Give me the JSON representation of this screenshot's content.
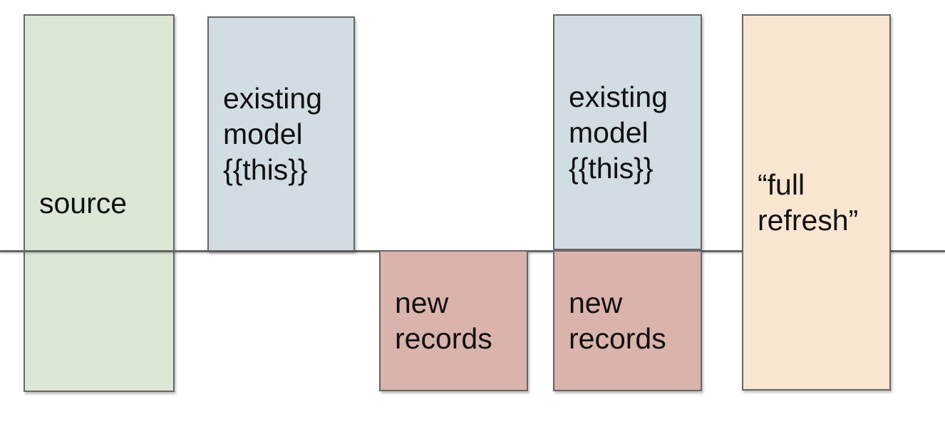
{
  "diagram": {
    "background": "#ffffff",
    "border_color": "#666666",
    "baseline_color": "#666666",
    "text_color": "#111111",
    "boxes": [
      {
        "label": "source",
        "fill": "#dce8d5"
      },
      {
        "label": "existing model {{this}}",
        "fill": "#d2dde3"
      },
      {
        "label": "new records",
        "fill": "#d9b3ac"
      },
      {
        "label": "existing model {{this}}",
        "fill": "#d2dde3"
      },
      {
        "label": "new records",
        "fill": "#d9b3ac"
      },
      {
        "label": "“full refresh”",
        "fill": "#f8e6d0"
      }
    ]
  }
}
